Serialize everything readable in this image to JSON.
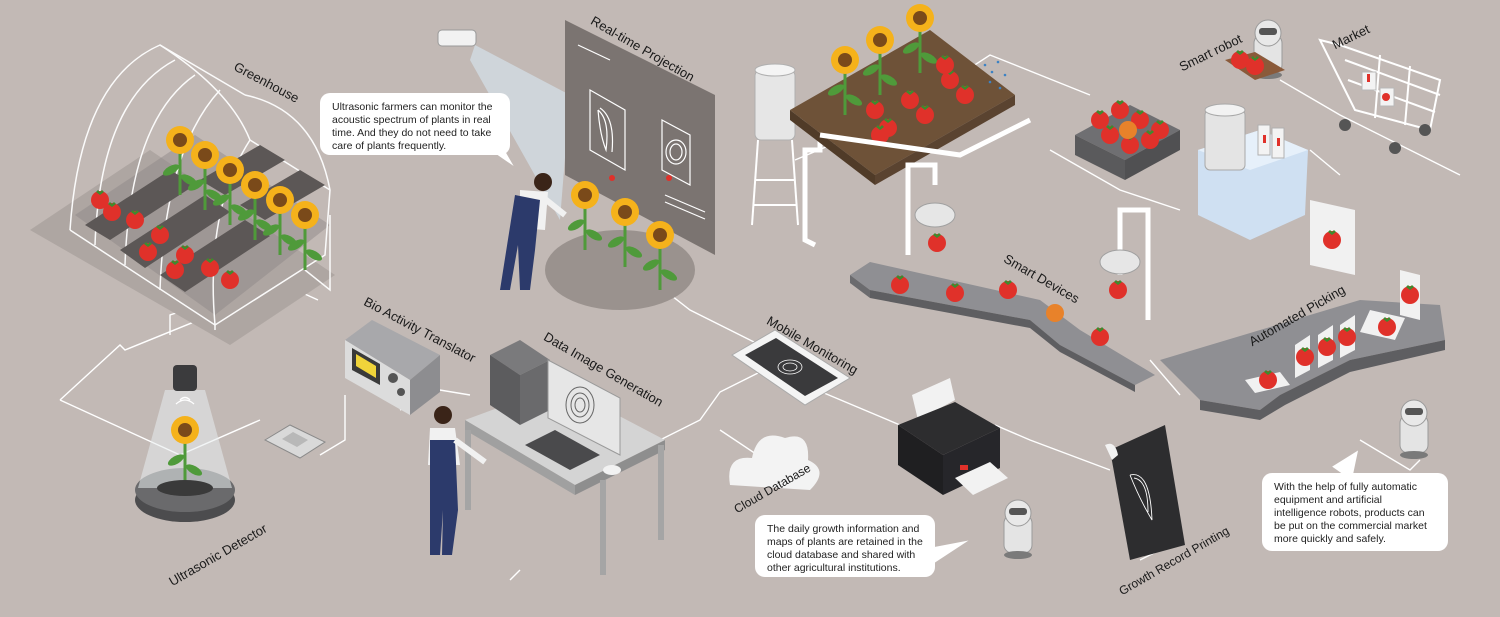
{
  "labels": {
    "greenhouse": "Greenhouse",
    "realtime_projection": "Real-time Projection",
    "smart_robot": "Smart robot",
    "market": "Market",
    "bio_activity_translator": "Bio Activity Translator",
    "data_image_generation": "Data Image Generation",
    "mobile_monitoring": "Mobile Monitoring",
    "smart_devices": "Smart Devices",
    "automated_picking": "Automated Picking",
    "cloud_database": "Cloud Database",
    "ultrasonic_detector": "Ultrasonic Detector",
    "growth_record_printing": "Growth Record Printing"
  },
  "bubbles": {
    "ultrasonic_farmers": "Ultrasonic farmers can monitor the acoustic spectrum of plants in real time. And they do not need to take care of plants frequently.",
    "cloud_info": "The daily growth information and maps of plants are retained in the cloud database and shared with other agricultural institutions.",
    "market_info": "With the help of fully automatic equipment and artificial intelligence robots, products can be put on the commercial market more quickly and safely."
  },
  "colors": {
    "background": "#c2b9b5",
    "connector": "#ffffff",
    "tomato": "#e0312a",
    "sunflower": "#f5b21b",
    "leaf": "#4f9a3a",
    "machine_gray": "#8f8f93",
    "worker_blue": "#2c3a6b"
  }
}
